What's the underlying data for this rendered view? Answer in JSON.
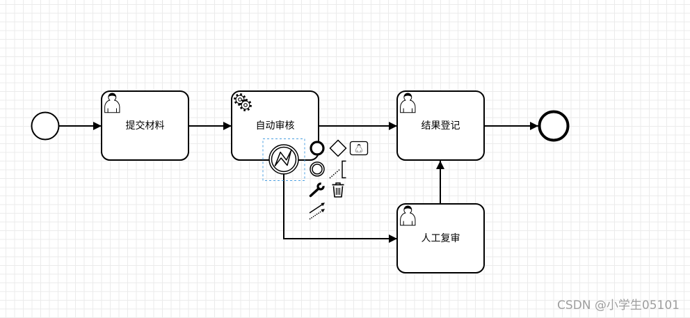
{
  "diagram": {
    "start_event": {
      "icon": "start-event-icon"
    },
    "tasks": {
      "submit": {
        "label": "提交材料",
        "icon": "user-icon"
      },
      "auto_review": {
        "label": "自动审核",
        "icon": "gear-icon"
      },
      "record": {
        "label": "结果登记",
        "icon": "user-icon"
      },
      "manual_review": {
        "label": "人工复审",
        "icon": "user-icon"
      }
    },
    "boundary_event": {
      "icon": "lightning-icon",
      "selected": true
    },
    "end_event": {
      "icon": "end-event-icon"
    }
  },
  "context_pad": {
    "items": [
      {
        "icon": "end-event-icon"
      },
      {
        "icon": "gateway-icon"
      },
      {
        "icon": "task-icon"
      },
      {
        "icon": "intermediate-event-icon"
      },
      {
        "icon": "text-annotation-icon"
      },
      {
        "icon": "wrench-icon"
      },
      {
        "icon": "trash-icon"
      },
      {
        "icon": "connect-icon"
      }
    ]
  },
  "watermark": "CSDN @小学生05101",
  "colors": {
    "stroke": "#000000",
    "fill": "#ffffff",
    "selection": "#4a9fe0",
    "grid": "#ebebeb",
    "watermark": "#9e9e9e"
  }
}
